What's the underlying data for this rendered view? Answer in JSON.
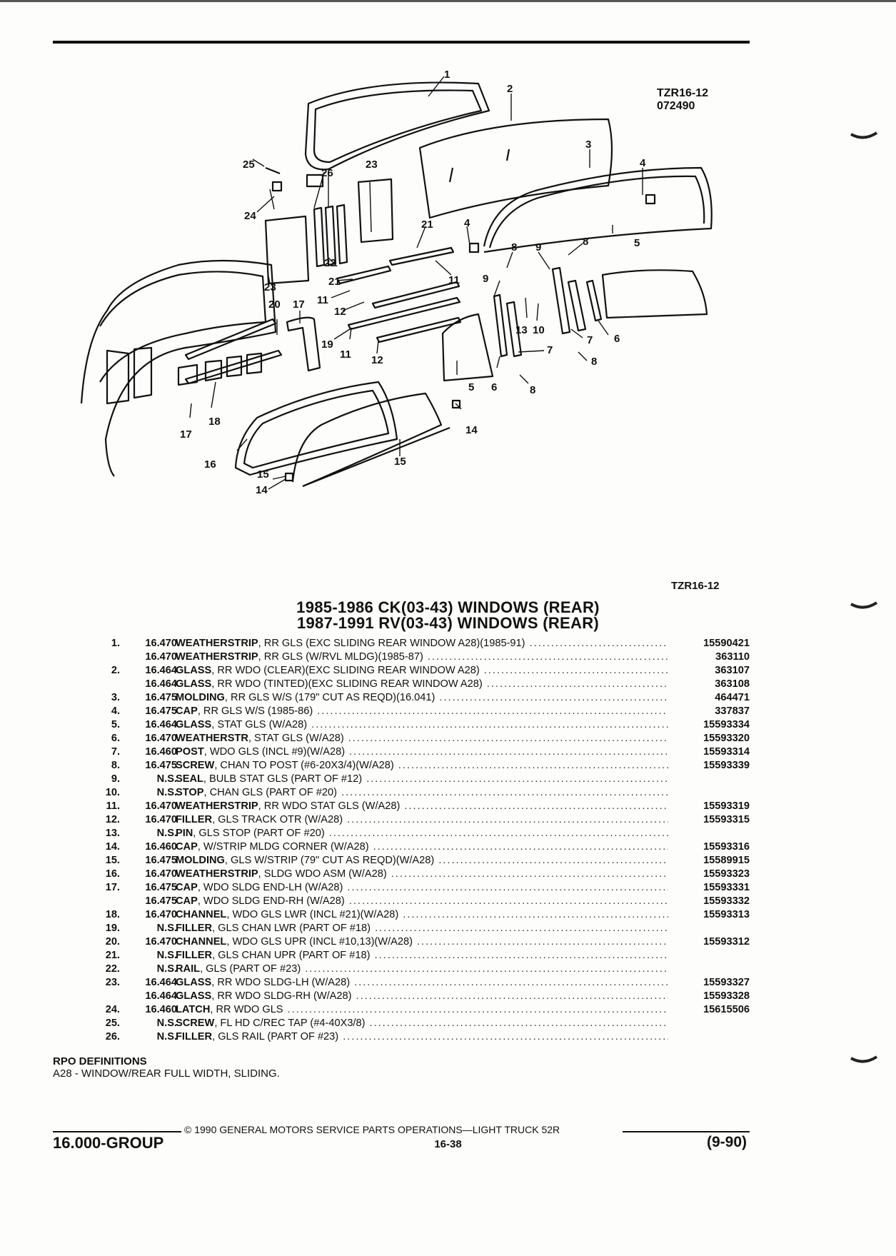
{
  "diagram_code": "TZR16-12",
  "diagram_date": "072490",
  "figure_label": "TZR16-12",
  "title_lines": [
    "1985-1986 CK(03-43) WINDOWS (REAR)",
    "1987-1991 RV(03-43) WINDOWS (REAR)"
  ],
  "callouts": [
    "1",
    "2",
    "3",
    "4",
    "5",
    "6",
    "7",
    "8",
    "9",
    "10",
    "11",
    "12",
    "13",
    "14",
    "15",
    "16",
    "17",
    "18",
    "19",
    "20",
    "21",
    "22",
    "23",
    "24",
    "25",
    "26"
  ],
  "parts": [
    {
      "num": "1.",
      "group": "16.470",
      "name": "WEATHERSTRIP",
      "desc": ", RR GLS (EXC SLIDING REAR WINDOW A28)(1985-91)",
      "pn": "15590421"
    },
    {
      "num": "",
      "group": "16.470",
      "name": "WEATHERSTRIP",
      "desc": ", RR GLS (W/RVL MLDG)(1985-87)",
      "pn": "363110"
    },
    {
      "num": "2.",
      "group": "16.464",
      "name": "GLASS",
      "desc": ", RR WDO (CLEAR)(EXC SLIDING REAR WINDOW A28)",
      "pn": "363107"
    },
    {
      "num": "",
      "group": "16.464",
      "name": "GLASS",
      "desc": ", RR WDO (TINTED)(EXC SLIDING REAR WINDOW A28)",
      "pn": "363108"
    },
    {
      "num": "3.",
      "group": "16.475",
      "name": "MOLDING",
      "desc": ", RR GLS W/S (179\" CUT AS REQD)(16.041)",
      "pn": "464471"
    },
    {
      "num": "4.",
      "group": "16.475",
      "name": "CAP",
      "desc": ", RR GLS W/S (1985-86)",
      "pn": "337837"
    },
    {
      "num": "5.",
      "group": "16.464",
      "name": "GLASS",
      "desc": ", STAT GLS (W/A28)",
      "pn": "15593334"
    },
    {
      "num": "6.",
      "group": "16.470",
      "name": "WEATHERSTR",
      "desc": ", STAT GLS (W/A28)",
      "pn": "15593320"
    },
    {
      "num": "7.",
      "group": "16.460",
      "name": "POST",
      "desc": ", WDO GLS (INCL #9)(W/A28)",
      "pn": "15593314"
    },
    {
      "num": "8.",
      "group": "16.475",
      "name": "SCREW",
      "desc": ", CHAN TO POST (#6-20X3/4)(W/A28)",
      "pn": "15593339"
    },
    {
      "num": "9.",
      "group": "N.S.",
      "name": "SEAL",
      "desc": ", BULB STAT GLS (PART OF #12)",
      "pn": ""
    },
    {
      "num": "10.",
      "group": "N.S.",
      "name": "STOP",
      "desc": ", CHAN GLS (PART OF #20)",
      "pn": ""
    },
    {
      "num": "11.",
      "group": "16.470",
      "name": "WEATHERSTRIP",
      "desc": ", RR WDO STAT GLS (W/A28)",
      "pn": "15593319"
    },
    {
      "num": "12.",
      "group": "16.470",
      "name": "FILLER",
      "desc": ", GLS TRACK OTR (W/A28)",
      "pn": "15593315"
    },
    {
      "num": "13.",
      "group": "N.S.",
      "name": "PIN",
      "desc": ", GLS STOP (PART OF #20)",
      "pn": ""
    },
    {
      "num": "14.",
      "group": "16.460",
      "name": "CAP",
      "desc": ", W/STRIP MLDG CORNER (W/A28)",
      "pn": "15593316"
    },
    {
      "num": "15.",
      "group": "16.475",
      "name": "MOLDING",
      "desc": ", GLS W/STRIP (79\" CUT AS REQD)(W/A28)",
      "pn": "15589915"
    },
    {
      "num": "16.",
      "group": "16.470",
      "name": "WEATHERSTRIP",
      "desc": ", SLDG WDO ASM (W/A28)",
      "pn": "15593323"
    },
    {
      "num": "17.",
      "group": "16.475",
      "name": "CAP",
      "desc": ", WDO SLDG END-LH (W/A28)",
      "pn": "15593331"
    },
    {
      "num": "",
      "group": "16.475",
      "name": "CAP",
      "desc": ", WDO SLDG END-RH (W/A28)",
      "pn": "15593332"
    },
    {
      "num": "18.",
      "group": "16.470",
      "name": "CHANNEL",
      "desc": ", WDO GLS LWR (INCL #21)(W/A28)",
      "pn": "15593313"
    },
    {
      "num": "19.",
      "group": "N.S.",
      "name": "FILLER",
      "desc": ", GLS CHAN LWR (PART OF #18)",
      "pn": ""
    },
    {
      "num": "20.",
      "group": "16.470",
      "name": "CHANNEL",
      "desc": ", WDO GLS UPR (INCL #10,13)(W/A28)",
      "pn": "15593312"
    },
    {
      "num": "21.",
      "group": "N.S.",
      "name": "FILLER",
      "desc": ", GLS CHAN UPR (PART OF #18)",
      "pn": ""
    },
    {
      "num": "22.",
      "group": "N.S.",
      "name": "RAIL",
      "desc": ", GLS (PART OF #23)",
      "pn": ""
    },
    {
      "num": "23.",
      "group": "16.464",
      "name": "GLASS",
      "desc": ", RR WDO SLDG-LH (W/A28)",
      "pn": "15593327"
    },
    {
      "num": "",
      "group": "16.464",
      "name": "GLASS",
      "desc": ", RR WDO SLDG-RH (W/A28)",
      "pn": "15593328"
    },
    {
      "num": "24.",
      "group": "16.460",
      "name": "LATCH",
      "desc": ", RR WDO GLS",
      "pn": "15615506"
    },
    {
      "num": "25.",
      "group": "N.S.",
      "name": "SCREW",
      "desc": ", FL HD C/REC TAP (#4-40X3/8)",
      "pn": ""
    },
    {
      "num": "26.",
      "group": "N.S.",
      "name": "FILLER",
      "desc": ", GLS RAIL (PART OF #23)",
      "pn": ""
    }
  ],
  "rpo": {
    "heading": "RPO DEFINITIONS",
    "definition": "A28 - WINDOW/REAR FULL WIDTH, SLIDING."
  },
  "footer": {
    "copyright": "© 1990 GENERAL MOTORS SERVICE PARTS OPERATIONS—LIGHT TRUCK 52R",
    "group": "16.000-GROUP",
    "page": "16-38",
    "date": "(9-90)"
  }
}
